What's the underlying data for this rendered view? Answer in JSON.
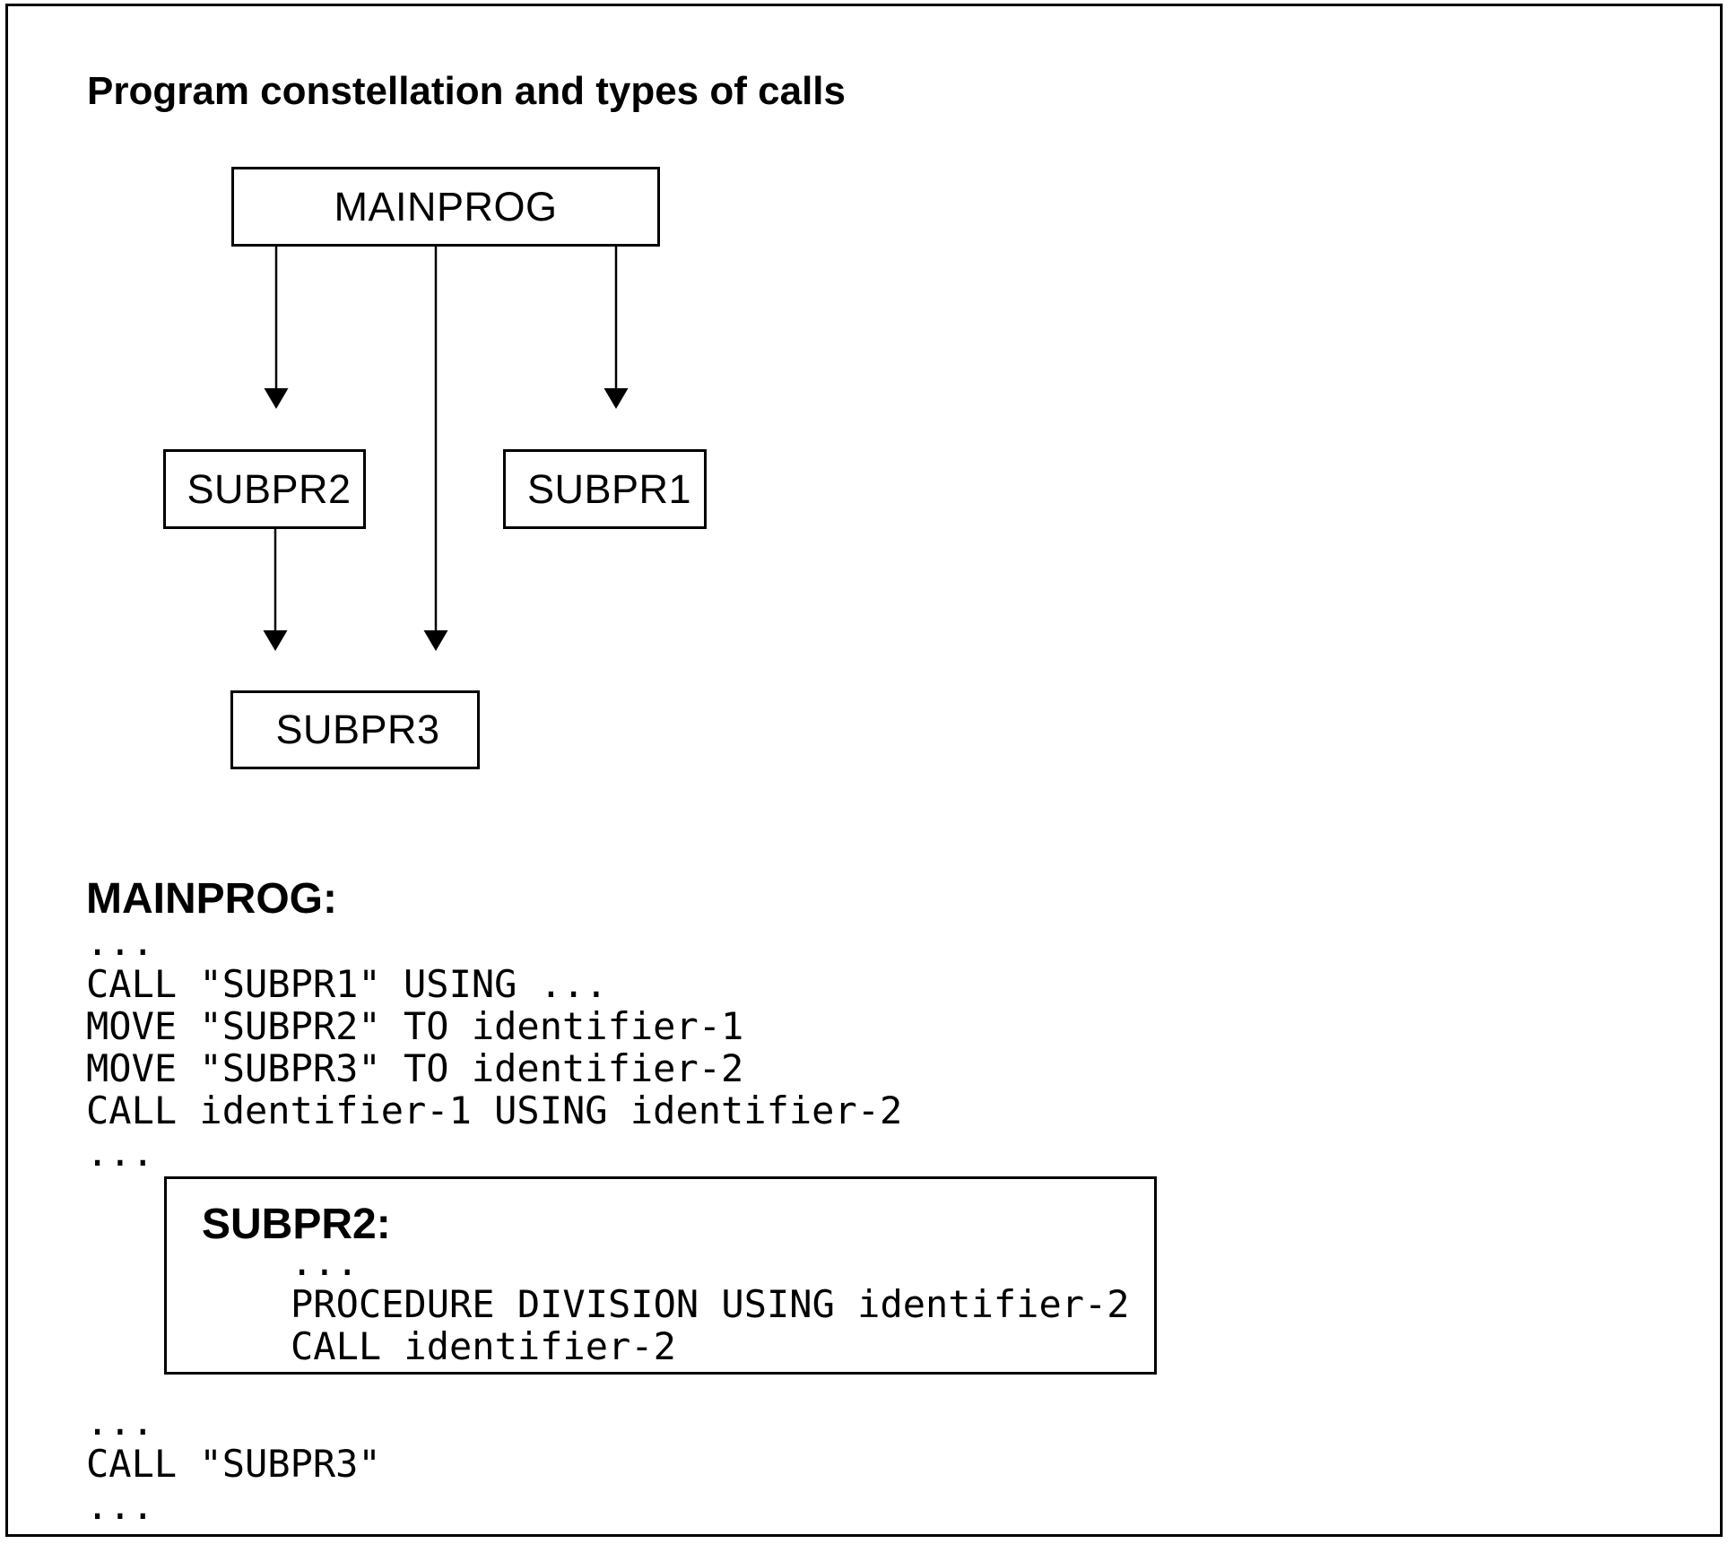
{
  "figure": {
    "title": "Program constellation and types of calls"
  },
  "colors": {
    "ink": "#000000",
    "paper": "#ffffff"
  },
  "diagram": {
    "nodes": [
      {
        "id": "mainprog",
        "label": "MAINPROG"
      },
      {
        "id": "subpr2",
        "label": "SUBPR2"
      },
      {
        "id": "subpr1",
        "label": "SUBPR1"
      },
      {
        "id": "subpr3",
        "label": "SUBPR3"
      }
    ],
    "edges": [
      {
        "from": "MAINPROG",
        "to": "SUBPR2"
      },
      {
        "from": "MAINPROG",
        "to": "SUBPR3"
      },
      {
        "from": "MAINPROG",
        "to": "SUBPR1"
      },
      {
        "from": "SUBPR2",
        "to": "SUBPR3"
      }
    ]
  },
  "code": {
    "mainprog": {
      "heading": "MAINPROG:",
      "lines": [
        "...",
        "CALL \"SUBPR1\" USING ...",
        "MOVE \"SUBPR2\" TO identifier-1",
        "MOVE \"SUBPR3\" TO identifier-2",
        "CALL identifier-1 USING identifier-2",
        "..."
      ]
    },
    "subpr2": {
      "heading": "SUBPR2:",
      "lines": [
        "...",
        "PROCEDURE DIVISION USING identifier-2",
        "CALL identifier-2"
      ]
    },
    "tail": {
      "lines": [
        "...",
        "CALL \"SUBPR3\"",
        "..."
      ]
    }
  }
}
